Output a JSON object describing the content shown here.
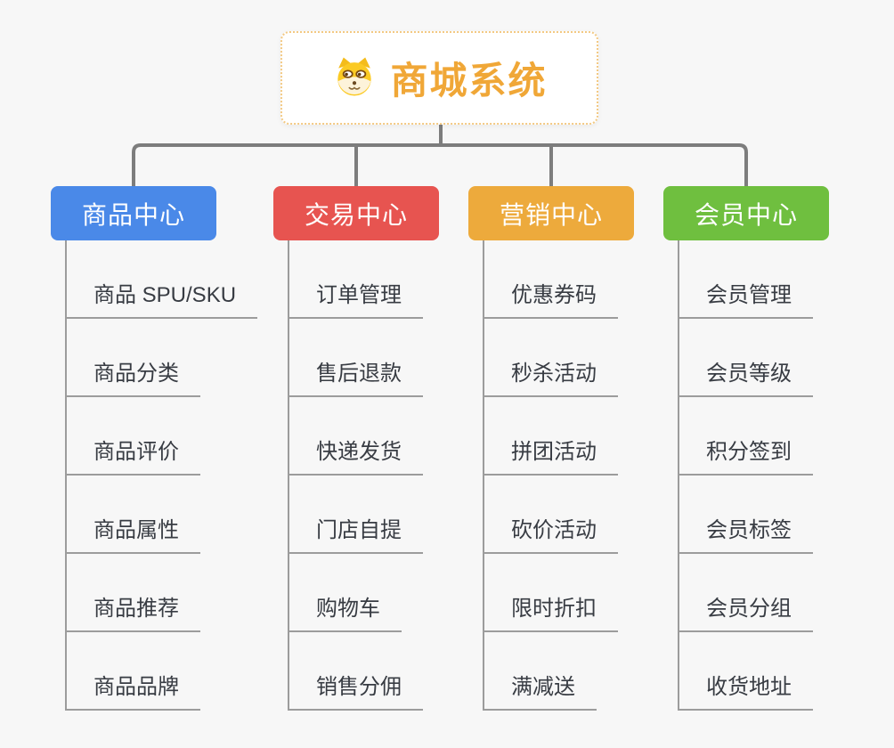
{
  "root": {
    "title": "商城系统",
    "icon": "dog-icon",
    "accent_color": "#f0a737",
    "border_color": "#f3c983"
  },
  "connector_color": "#7d7d7d",
  "background_color": "#f7f7f7",
  "branches": [
    {
      "label": "商品中心",
      "color": "#4a89e8",
      "children": [
        "商品 SPU/SKU",
        "商品分类",
        "商品评价",
        "商品属性",
        "商品推荐",
        "商品品牌"
      ]
    },
    {
      "label": "交易中心",
      "color": "#e75450",
      "children": [
        "订单管理",
        "售后退款",
        "快递发货",
        "门店自提",
        "购物车",
        "销售分佣"
      ]
    },
    {
      "label": "营销中心",
      "color": "#edaa3c",
      "children": [
        "优惠券码",
        "秒杀活动",
        "拼团活动",
        "砍价活动",
        "限时折扣",
        "满减送"
      ]
    },
    {
      "label": "会员中心",
      "color": "#6fbf3f",
      "children": [
        "会员管理",
        "会员等级",
        "积分签到",
        "会员标签",
        "会员分组",
        "收货地址"
      ]
    }
  ]
}
